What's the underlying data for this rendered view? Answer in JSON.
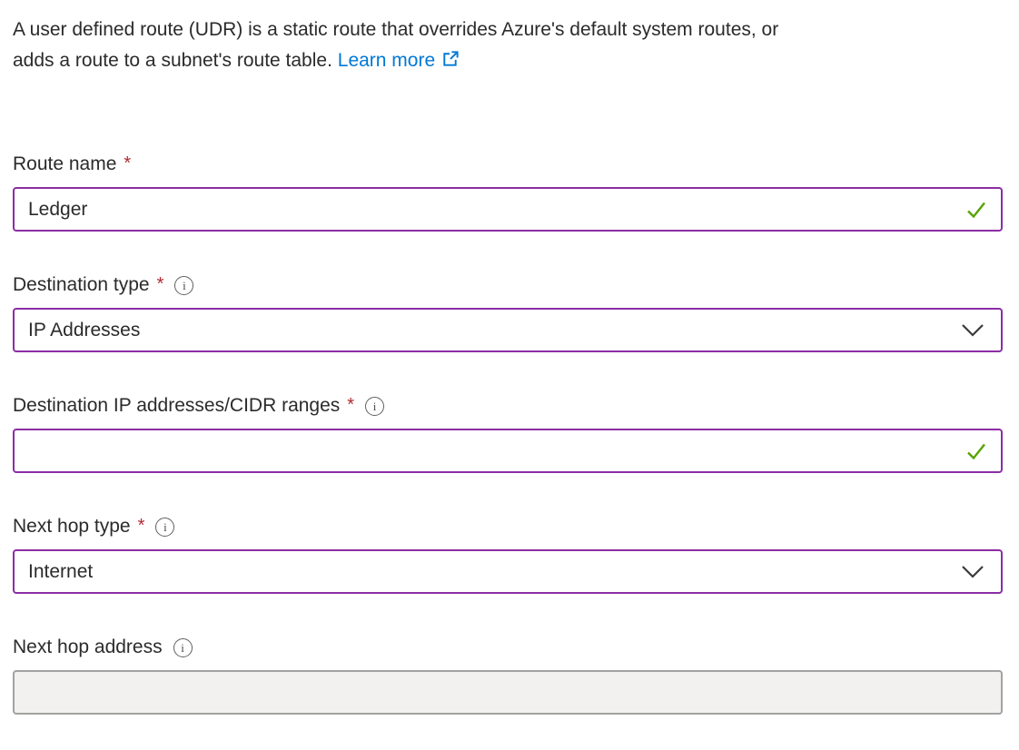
{
  "intro": {
    "line1": "A user defined route (UDR) is a static route that overrides Azure's default system routes, or",
    "line2": "adds a route to a subnet's route table.",
    "link_label": "Learn more"
  },
  "required_marker": "*",
  "info_glyph": "i",
  "fields": {
    "route_name": {
      "label": "Route name",
      "value": "Ledger",
      "required": true,
      "valid": true
    },
    "destination_type": {
      "label": "Destination type",
      "value": "IP Addresses",
      "required": true
    },
    "destination_ip": {
      "label": "Destination IP addresses/CIDR ranges",
      "value": "",
      "required": true,
      "valid": true
    },
    "next_hop_type": {
      "label": "Next hop type",
      "value": "Internet",
      "required": true
    },
    "next_hop_address": {
      "label": "Next hop address",
      "value": "",
      "disabled": true
    }
  },
  "colors": {
    "dirty_field_border": "#8c2da5",
    "link": "#0078d4",
    "valid_check": "#57a300",
    "required_asterisk": "#b02a30",
    "disabled_background": "#f2f1f0",
    "disabled_border": "#a3a2a1",
    "text": "#2b2b2b"
  }
}
